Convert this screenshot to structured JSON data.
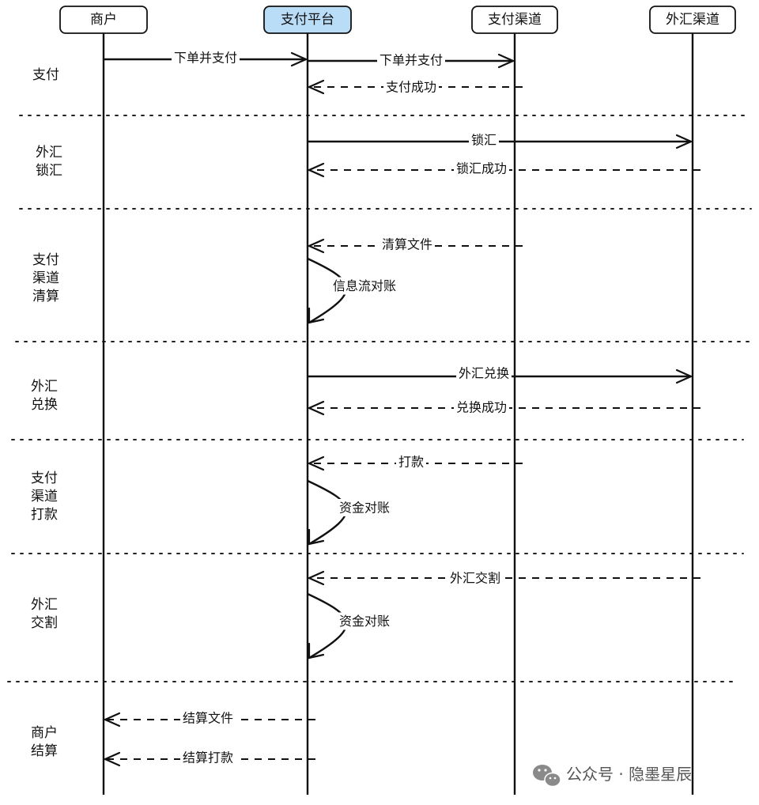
{
  "actors": [
    {
      "id": "merchant",
      "label": "商户",
      "highlight": false
    },
    {
      "id": "platform",
      "label": "支付平台",
      "highlight": true
    },
    {
      "id": "channel",
      "label": "支付渠道",
      "highlight": false
    },
    {
      "id": "fx",
      "label": "外汇渠道",
      "highlight": false
    }
  ],
  "sections": [
    {
      "lines": [
        "支付"
      ]
    },
    {
      "lines": [
        "外汇",
        "锁汇"
      ]
    },
    {
      "lines": [
        "支付",
        "渠道",
        "清算"
      ]
    },
    {
      "lines": [
        "外汇",
        "兑换"
      ]
    },
    {
      "lines": [
        "支付",
        "渠道",
        "打款"
      ]
    },
    {
      "lines": [
        "外汇",
        "交割"
      ]
    },
    {
      "lines": [
        "商户",
        "结算"
      ]
    }
  ],
  "messages": [
    {
      "from": "merchant",
      "to": "platform",
      "label": "下单并支付",
      "style": "solid"
    },
    {
      "from": "platform",
      "to": "channel",
      "label": "下单并支付",
      "style": "solid"
    },
    {
      "from": "channel",
      "to": "platform",
      "label": "支付成功",
      "style": "dashed"
    },
    {
      "from": "platform",
      "to": "fx",
      "label": "锁汇",
      "style": "solid"
    },
    {
      "from": "fx",
      "to": "platform",
      "label": "锁汇成功",
      "style": "dashed"
    },
    {
      "from": "channel",
      "to": "platform",
      "label": "清算文件",
      "style": "dashed"
    },
    {
      "from": "platform",
      "to": "platform",
      "label": "信息流对账",
      "style": "self"
    },
    {
      "from": "platform",
      "to": "fx",
      "label": "外汇兑换",
      "style": "solid"
    },
    {
      "from": "fx",
      "to": "platform",
      "label": "兑换成功",
      "style": "dashed"
    },
    {
      "from": "channel",
      "to": "platform",
      "label": "打款",
      "style": "dashed"
    },
    {
      "from": "platform",
      "to": "platform",
      "label": "资金对账",
      "style": "self"
    },
    {
      "from": "fx",
      "to": "platform",
      "label": "外汇交割",
      "style": "dashed"
    },
    {
      "from": "platform",
      "to": "platform",
      "label": "资金对账",
      "style": "self"
    },
    {
      "from": "platform",
      "to": "merchant",
      "label": "结算文件",
      "style": "dashed"
    },
    {
      "from": "platform",
      "to": "merchant",
      "label": "结算打款",
      "style": "dashed"
    }
  ],
  "watermark": {
    "text": "公众号 · 隐墨星辰",
    "icon": "wechat-icon"
  }
}
